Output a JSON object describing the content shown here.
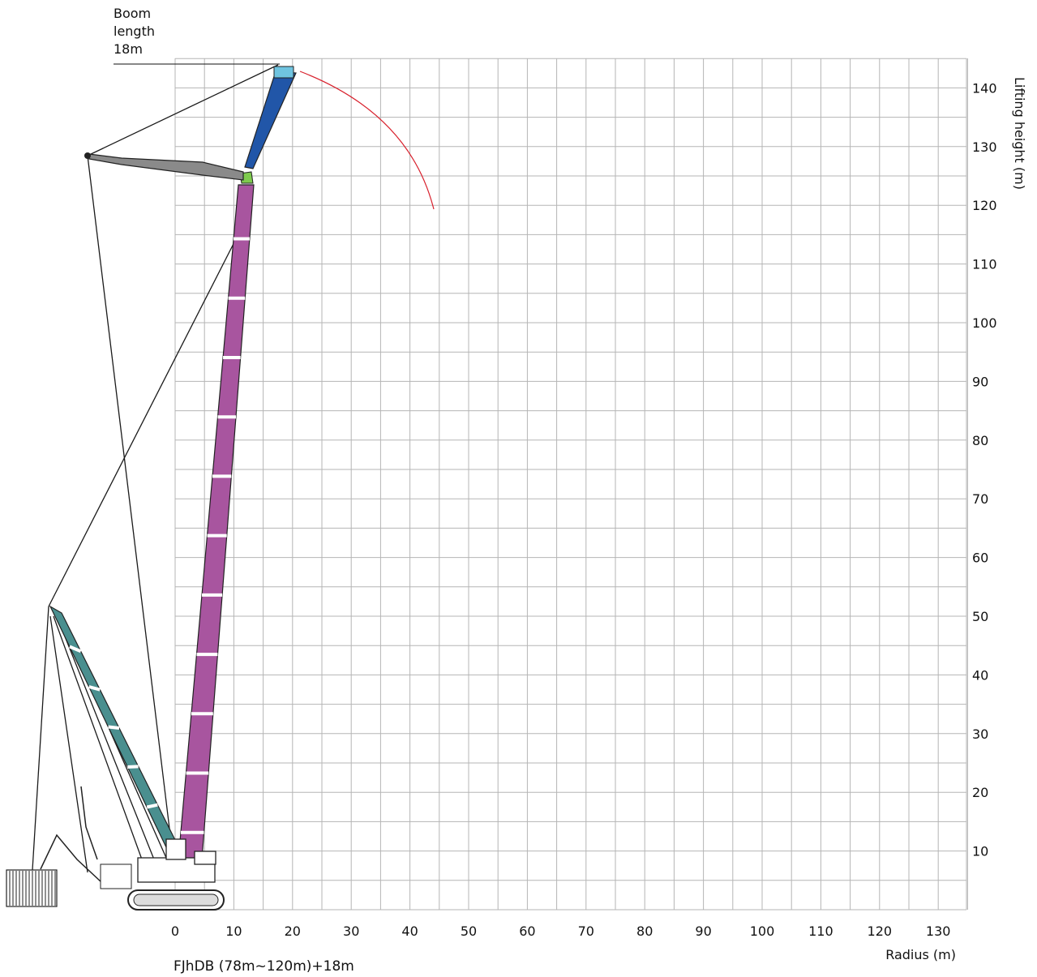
{
  "boom_label": {
    "line1": "Boom",
    "line2": "length",
    "line3": "18m"
  },
  "y_axis_label": "Lifting height (m)",
  "x_axis_label": "Radius (m)",
  "config_label": "FJhDB (78m~120m)+18m",
  "x_ticks": [
    "0",
    "10",
    "20",
    "30",
    "40",
    "50",
    "60",
    "70",
    "80",
    "90",
    "100",
    "110",
    "120",
    "130"
  ],
  "y_ticks": [
    "10",
    "20",
    "30",
    "40",
    "50",
    "60",
    "70",
    "80",
    "90",
    "100",
    "110",
    "120",
    "130",
    "140"
  ],
  "colors": {
    "grid": "#b5b5b5",
    "main_boom": "#a8559f",
    "jib": "#2156a8",
    "strut": "#8a8a8a",
    "mast": "#4a8f8f",
    "arc": "#d8202c",
    "lines": "#1a1a1a"
  }
}
